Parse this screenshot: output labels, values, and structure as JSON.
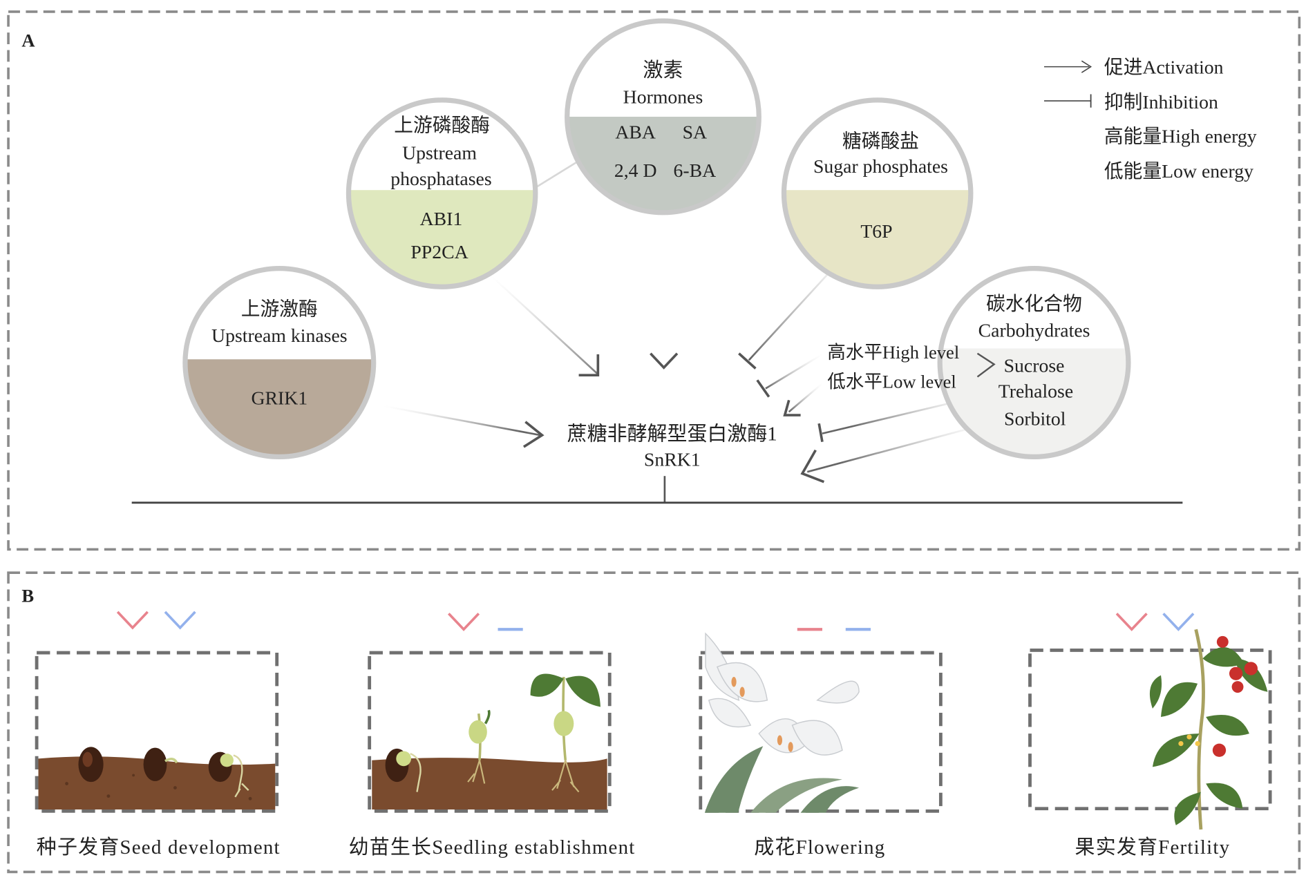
{
  "panels": {
    "a": "A",
    "b": "B"
  },
  "legend": {
    "activation": "促进Activation",
    "inhibition": "抑制Inhibition",
    "high_energy": "高能量High energy",
    "low_energy": "低能量Low energy"
  },
  "colors": {
    "high_energy": "#e8838d",
    "low_energy": "#93b1ec",
    "hormones_fill": "#c3c9c3",
    "phosphatases_fill": "#dfe8be",
    "sugar_fill": "#e7e5c6",
    "kinases_fill": "#b8a999",
    "carb_fill": "#f1f1ef",
    "soil": "#7a4b2e",
    "leaf": "#4e7a34",
    "tomato": "#c9302c"
  },
  "nodes": {
    "hormones": {
      "zh": "激素",
      "en": "Hormones",
      "items": [
        "ABA",
        "SA",
        "2,4 D",
        "6-BA"
      ]
    },
    "phosphatases": {
      "zh": "上游磷酸酶",
      "en1": "Upstream",
      "en2": "phosphatases",
      "items": [
        "ABI1",
        "PP2CA"
      ]
    },
    "sugar_phosphates": {
      "zh": "糖磷酸盐",
      "en": "Sugar phosphates",
      "items": [
        "T6P"
      ]
    },
    "kinases": {
      "zh": "上游激酶",
      "en": "Upstream kinases",
      "items": [
        "GRIK1"
      ]
    },
    "carbohydrates": {
      "zh": "碳水化合物",
      "en": "Carbohydrates",
      "items": [
        "Sucrose",
        "Trehalose",
        "Sorbitol"
      ]
    },
    "levels": {
      "high": "高水平High level",
      "low": "低水平Low level"
    },
    "center": {
      "zh": "蔗糖非酵解型蛋白激酶1",
      "en": "SnRK1"
    }
  },
  "stages": [
    {
      "label": "种子发育Seed development",
      "high_effect": "activation",
      "low_effect": "activation",
      "icon": "germinating-seeds-illustration"
    },
    {
      "label": "幼苗生长Seedling establishment",
      "high_effect": "activation",
      "low_effect": "inhibition",
      "icon": "seedlings-illustration"
    },
    {
      "label": "成花Flowering",
      "high_effect": "inhibition",
      "low_effect": "inhibition",
      "icon": "lily-flowers-illustration"
    },
    {
      "label": "果实发育Fertility",
      "high_effect": "activation",
      "low_effect": "activation",
      "icon": "tomato-plant-illustration"
    }
  ]
}
